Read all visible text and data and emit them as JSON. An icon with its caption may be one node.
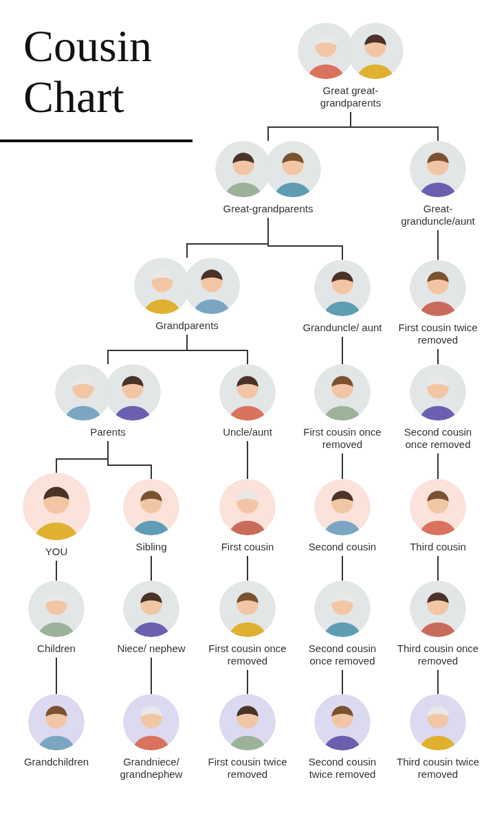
{
  "diagram": {
    "title": "Cousin Chart",
    "nodes": [
      {
        "text": [
          "Great great-grandparents"
        ]
      },
      {
        "text": [
          "Great-grandparents"
        ]
      },
      {
        "text": [
          "Great-granduncle/aunt"
        ]
      },
      {
        "text": [
          "Grandparents"
        ]
      },
      {
        "text": [
          "Granduncle/ aunt"
        ]
      },
      {
        "text": [
          "First cousin twice removed"
        ]
      },
      {
        "text": [
          "Parents"
        ]
      },
      {
        "text": [
          "Uncle/aunt"
        ]
      },
      {
        "text": [
          "First cousin once removed"
        ]
      },
      {
        "text": [
          "Second cousin once removed"
        ]
      },
      {
        "text": [
          "YOU"
        ]
      },
      {
        "text": [
          "Sibling"
        ]
      },
      {
        "text": [
          "First cousin"
        ]
      },
      {
        "text": [
          "Second cousin"
        ]
      },
      {
        "text": [
          "Third cousin"
        ]
      },
      {
        "text": [
          "Children"
        ]
      },
      {
        "text": [
          "Niece/ nephew"
        ]
      },
      {
        "text": [
          "First cousin once removed"
        ]
      },
      {
        "text": [
          "Second cousin once removed"
        ]
      },
      {
        "text": [
          "Third cousin once removed"
        ]
      },
      {
        "text": [
          "Grandchildren"
        ]
      },
      {
        "text": [
          "Grandniece/ grandnephew"
        ]
      },
      {
        "text": [
          "First cousin twice removed"
        ]
      },
      {
        "text": [
          "Second cousin twice removed"
        ]
      },
      {
        "text": [
          "Third cousin twice removed"
        ]
      }
    ],
    "edges": [
      {
        "from": 0,
        "to": 1,
        "arrow": "none"
      },
      {
        "from": 0,
        "to": 2,
        "arrow": "none"
      },
      {
        "from": 1,
        "to": 3,
        "arrow": "none"
      },
      {
        "from": 1,
        "to": 4,
        "arrow": "none"
      },
      {
        "from": 2,
        "to": 5,
        "arrow": "none"
      },
      {
        "from": 3,
        "to": 6,
        "arrow": "none"
      },
      {
        "from": 3,
        "to": 7,
        "arrow": "none"
      },
      {
        "from": 4,
        "to": 8,
        "arrow": "none"
      },
      {
        "from": 5,
        "to": 9,
        "arrow": "none"
      },
      {
        "from": 6,
        "to": 10,
        "arrow": "none"
      },
      {
        "from": 6,
        "to": 11,
        "arrow": "none"
      },
      {
        "from": 7,
        "to": 12,
        "arrow": "none"
      },
      {
        "from": 8,
        "to": 13,
        "arrow": "none"
      },
      {
        "from": 9,
        "to": 14,
        "arrow": "none"
      },
      {
        "from": 10,
        "to": 15,
        "arrow": "none"
      },
      {
        "from": 11,
        "to": 16,
        "arrow": "none"
      },
      {
        "from": 12,
        "to": 17,
        "arrow": "none"
      },
      {
        "from": 13,
        "to": 18,
        "arrow": "none"
      },
      {
        "from": 14,
        "to": 19,
        "arrow": "none"
      },
      {
        "from": 15,
        "to": 20,
        "arrow": "none"
      },
      {
        "from": 16,
        "to": 21,
        "arrow": "none"
      },
      {
        "from": 17,
        "to": 22,
        "arrow": "none"
      },
      {
        "from": 18,
        "to": 23,
        "arrow": "none"
      },
      {
        "from": 19,
        "to": 24,
        "arrow": "none"
      }
    ]
  }
}
